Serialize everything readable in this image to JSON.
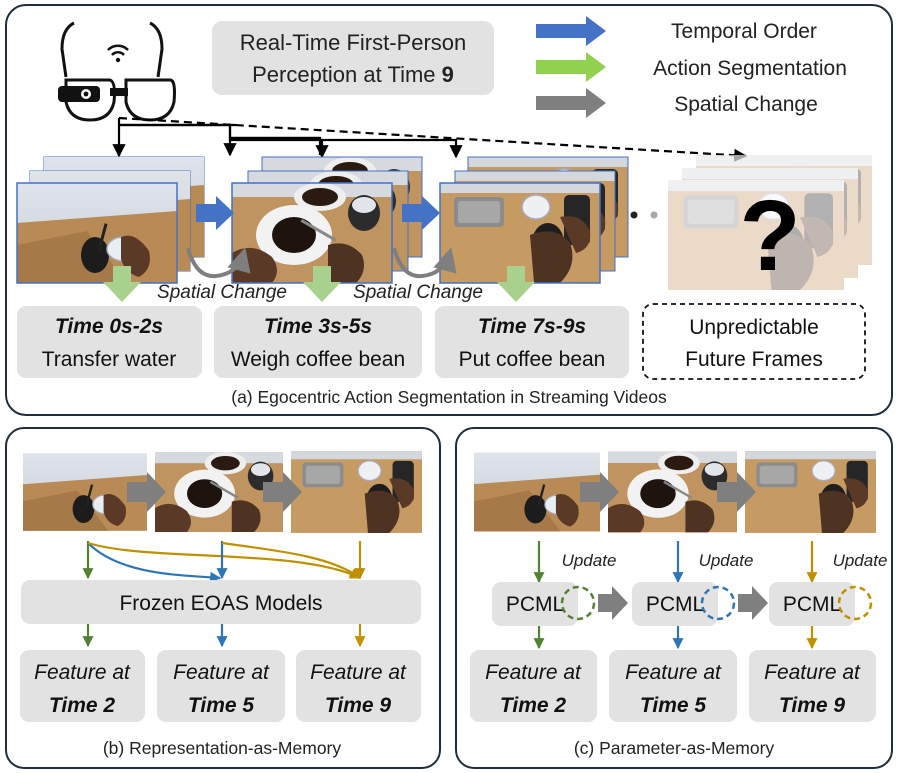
{
  "panel_a": {
    "title_line1": "Real-Time First-Person",
    "title_line2_prefix": "Perception at Time ",
    "title_line2_bold": "9",
    "legend": [
      {
        "label": "Temporal Order",
        "color": "#4472c4"
      },
      {
        "label": "Action Segmentation",
        "color": "#92d050"
      },
      {
        "label": "Spatial Change",
        "color": "#7f7f7f"
      }
    ],
    "spatial_change_label": "Spatial Change",
    "segments": [
      {
        "time": "Time 0s-2s",
        "action": "Transfer water"
      },
      {
        "time": "Time 3s-5s",
        "action": "Weigh coffee bean"
      },
      {
        "time": "Time 7s-9s",
        "action": "Put coffee bean"
      }
    ],
    "future_line1": "Unpredictable",
    "future_line2": "Future Frames",
    "question_mark": "?",
    "caption": "(a) Egocentric Action Segmentation in Streaming Videos"
  },
  "panel_b": {
    "model_label": "Frozen EOAS Models",
    "features": [
      {
        "line1": "Feature at",
        "line2": "Time 2",
        "color": "#548235"
      },
      {
        "line1": "Feature at",
        "line2": "Time 5",
        "color": "#2e75b6"
      },
      {
        "line1": "Feature at",
        "line2": "Time 9",
        "color": "#bf9000"
      }
    ],
    "caption": "(b) Representation-as-Memory"
  },
  "panel_c": {
    "module_label": "PCML",
    "update_label": "Update",
    "features": [
      {
        "line1": "Feature at",
        "line2": "Time 2",
        "color": "#548235"
      },
      {
        "line1": "Feature at",
        "line2": "Time 5",
        "color": "#2e75b6"
      },
      {
        "line1": "Feature at",
        "line2": "Time 9",
        "color": "#bf9000"
      }
    ],
    "caption": "(c) Parameter-as-Memory"
  }
}
